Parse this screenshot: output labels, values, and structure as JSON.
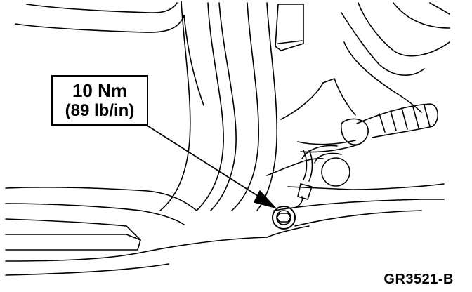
{
  "callout": {
    "torque_metric": "10 Nm",
    "torque_imperial": "(89 lb/in)"
  },
  "figure_code": "GR3521-B",
  "colors": {
    "ink": "#000000",
    "paper": "#ffffff"
  },
  "icons": {
    "fastener": "bolt-icon",
    "wire": "ground-wire"
  }
}
